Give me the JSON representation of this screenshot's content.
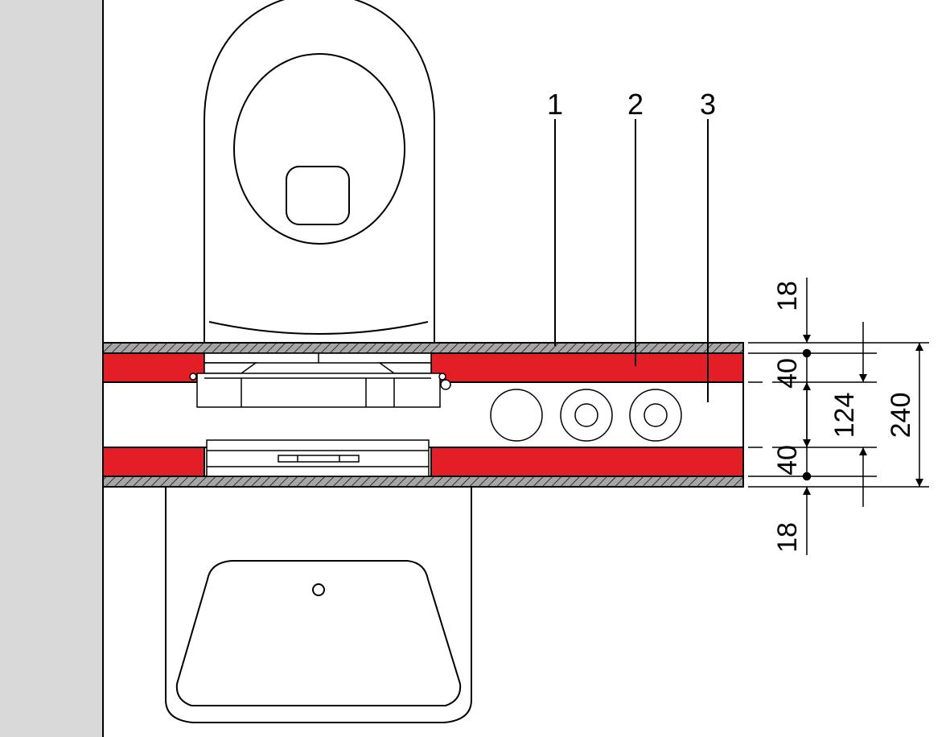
{
  "callouts": {
    "one": "1",
    "two": "2",
    "three": "3"
  },
  "dimensions": {
    "outer_top": "18",
    "red_top": "40",
    "cavity": "124",
    "total": "240",
    "red_bottom": "40",
    "outer_bottom": "18"
  },
  "colors": {
    "wall": "#d9d9d9",
    "red_layer": "#e41e26",
    "board": "#a6a6a6",
    "line": "#000000"
  }
}
